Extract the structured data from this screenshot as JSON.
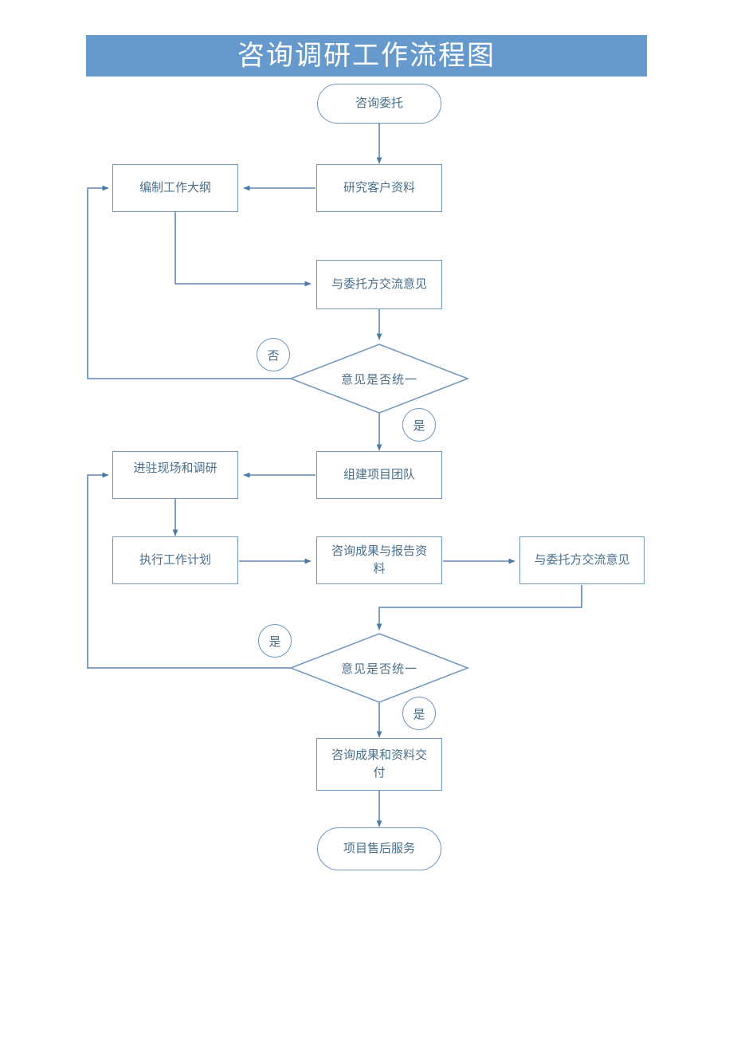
{
  "title": "咨询调研工作流程图",
  "theme": {
    "banner_bg": "#6699cc",
    "banner_text": "#ffffff",
    "node_border": "#6f96be",
    "node_text": "#4a6f8a",
    "connector": "#5b86b5",
    "page_bg": "#ffffff"
  },
  "nodes": {
    "start": {
      "label": "咨询委托",
      "shape": "rounded"
    },
    "study": {
      "label": "研究客户资料",
      "shape": "rect"
    },
    "outline": {
      "label": "编制工作大纲",
      "shape": "rect"
    },
    "discuss1": {
      "label": "与委托方交流意见",
      "shape": "rect"
    },
    "decision1": {
      "label": "意见是否统一",
      "shape": "diamond"
    },
    "team": {
      "label": "组建项目团队",
      "shape": "rect"
    },
    "onsite": {
      "label": "进驻现场和调研",
      "shape": "rect"
    },
    "execute": {
      "label": "执行工作计划",
      "shape": "rect"
    },
    "report": {
      "label": "咨询成果与报告资料",
      "shape": "rect"
    },
    "discuss2": {
      "label": "与委托方交流意见",
      "shape": "rect"
    },
    "decision2": {
      "label": "意见是否统一",
      "shape": "diamond"
    },
    "deliver": {
      "label": "咨询成果和资料交付",
      "shape": "rect"
    },
    "aftersales": {
      "label": "项目售后服务",
      "shape": "rounded"
    }
  },
  "edge_labels": {
    "d1_no": "否",
    "d1_yes": "是",
    "d2_left": "是",
    "d2_down": "是"
  }
}
